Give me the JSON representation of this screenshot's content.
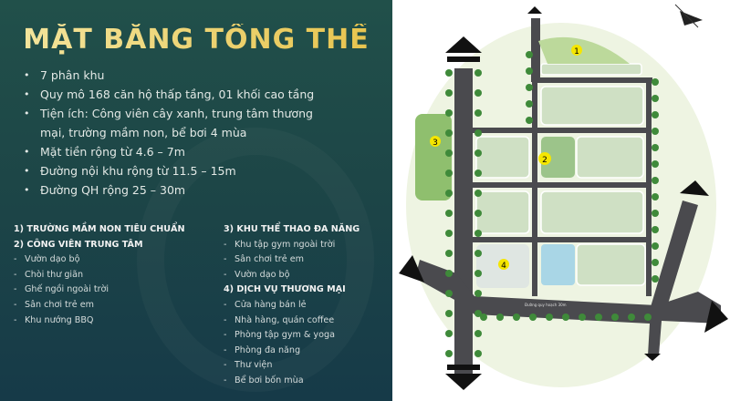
{
  "title": "MẶT BẰNG TỔNG THỂ",
  "bullets": [
    "7 phân khu",
    "Quy mô 168 căn hộ thấp tầng, 01 khối cao tầng",
    "Tiện ích: Công viên cây xanh, trung tâm thương mại, trường mầm non, bể bơi 4 mùa",
    "Mặt tiền rộng từ 4.6 – 7m",
    "Đường nội khu rộng từ 11.5 – 15m",
    "Đường QH rộng 25 – 30m"
  ],
  "amenities": {
    "col1": [
      {
        "type": "heading",
        "text": "1) TRƯỜNG MẦM NON TIÊU CHUẨN"
      },
      {
        "type": "heading",
        "text": "2) CÔNG VIÊN TRUNG TÂM"
      },
      {
        "type": "item",
        "text": "Vườn dạo bộ"
      },
      {
        "type": "item",
        "text": "Chòi thư giãn"
      },
      {
        "type": "item",
        "text": "Ghế ngồi ngoài trời"
      },
      {
        "type": "item",
        "text": "Sân chơi trẻ em"
      },
      {
        "type": "item",
        "text": "Khu nướng BBQ"
      }
    ],
    "col2": [
      {
        "type": "heading",
        "text": "3) KHU THỂ THAO ĐA NĂNG"
      },
      {
        "type": "item",
        "text": "Khu tập gym ngoài trời"
      },
      {
        "type": "item",
        "text": "Sân chơi trẻ em"
      },
      {
        "type": "item",
        "text": "Vườn dạo bộ"
      },
      {
        "type": "heading",
        "text": "4) DỊCH VỤ THƯƠNG MẠI"
      },
      {
        "type": "item",
        "text": "Cửa hàng bán lẻ"
      },
      {
        "type": "item",
        "text": "Nhà hàng, quán coffee"
      },
      {
        "type": "item",
        "text": "Phòng tập gym & yoga"
      },
      {
        "type": "item",
        "text": "Phòng đa năng"
      },
      {
        "type": "item",
        "text": "Thư viện"
      },
      {
        "type": "item",
        "text": "Bể bơi bốn mùa"
      }
    ]
  },
  "map": {
    "markers": [
      "1",
      "2",
      "3",
      "4"
    ],
    "road_labels": [
      "Đường quy hoạch 30m"
    ],
    "colors": {
      "road": "#4a4a4e",
      "block": "#c9dcc0",
      "tree": "#3f8a3a",
      "marker": "#f5e600",
      "title_gold": "#e6c24a"
    }
  }
}
